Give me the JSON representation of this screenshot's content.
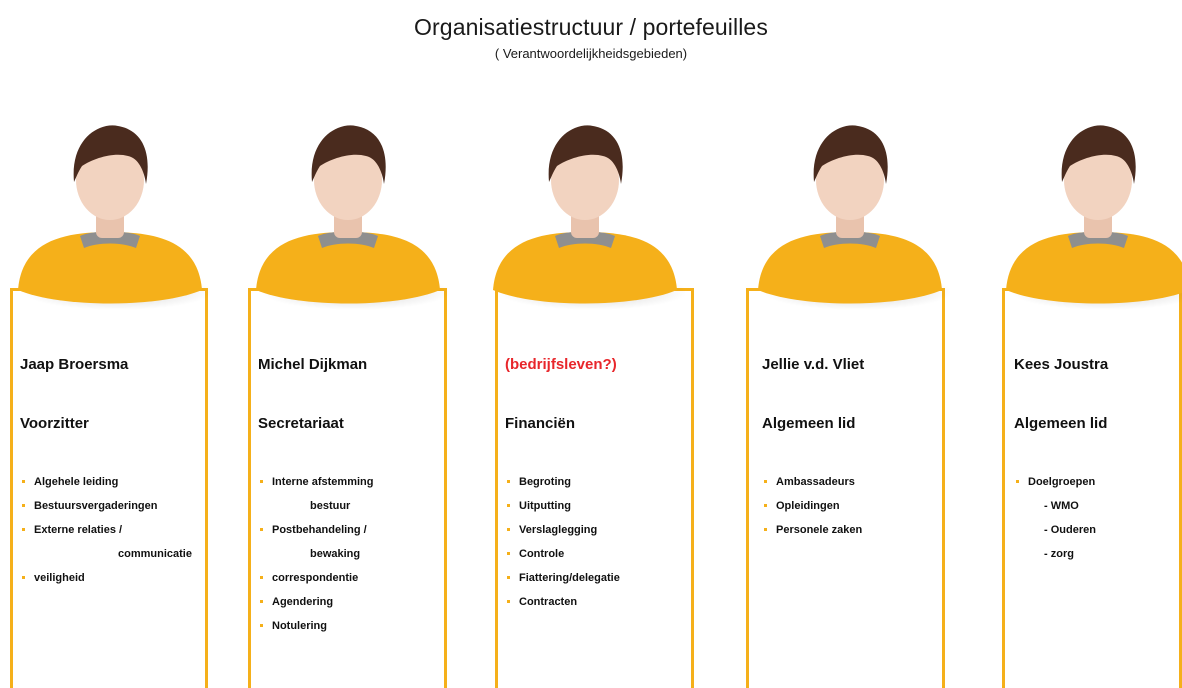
{
  "title": "Organisatiestructuur / portefeuilles",
  "subtitle": "( Verantwoordelijkheidsgebieden)",
  "colors": {
    "accent": "#f5b01a",
    "hair": "#4a2b1e",
    "skin": "#f2d3c0",
    "collar": "#8f8f8f",
    "warning_red": "#e8262b"
  },
  "members": [
    {
      "name": "Jaap Broersma",
      "role": "Voorzitter",
      "items": [
        {
          "text": "Algehele  leiding",
          "type": "bullet"
        },
        {
          "text": "Bestuursvergaderingen",
          "type": "bullet"
        },
        {
          "text": "Externe relaties /",
          "type": "bullet"
        },
        {
          "text": "communicatie",
          "type": "cont"
        },
        {
          "text": "veiligheid",
          "type": "bullet"
        }
      ]
    },
    {
      "name": "Michel Dijkman",
      "role": "Secretariaat",
      "items": [
        {
          "text": "Interne afstemming",
          "type": "bullet"
        },
        {
          "text": "bestuur",
          "type": "cont"
        },
        {
          "text": "Postbehandeling  /",
          "type": "bullet"
        },
        {
          "text": "bewaking",
          "type": "cont"
        },
        {
          "text": "correspondentie",
          "type": "bullet"
        },
        {
          "text": "Agendering",
          "type": "bullet"
        },
        {
          "text": "Notulering",
          "type": "bullet"
        }
      ]
    },
    {
      "name": "(bedrijfsleven?)",
      "role": "Financiën",
      "items": [
        {
          "text": "Begroting",
          "type": "bullet"
        },
        {
          "text": "Uitputting",
          "type": "bullet"
        },
        {
          "text": "Verslaglegging",
          "type": "bullet"
        },
        {
          "text": "Controle",
          "type": "bullet"
        },
        {
          "text": "Fiattering/delegatie",
          "type": "bullet"
        },
        {
          "text": "Contracten",
          "type": "bullet"
        }
      ]
    },
    {
      "name": "Jellie v.d. Vliet",
      "role": "Algemeen lid",
      "items": [
        {
          "text": "Ambassadeurs",
          "type": "bullet"
        },
        {
          "text": "Opleidingen",
          "type": "bullet"
        },
        {
          "text": "Personele zaken",
          "type": "bullet"
        }
      ]
    },
    {
      "name": "Kees Joustra",
      "role": "Algemeen lid",
      "items": [
        {
          "text": "Doelgroepen",
          "type": "bullet"
        },
        {
          "text": "- WMO",
          "type": "sub"
        },
        {
          "text": "- Ouderen",
          "type": "sub"
        },
        {
          "text": "- zorg",
          "type": "sub"
        }
      ]
    }
  ]
}
